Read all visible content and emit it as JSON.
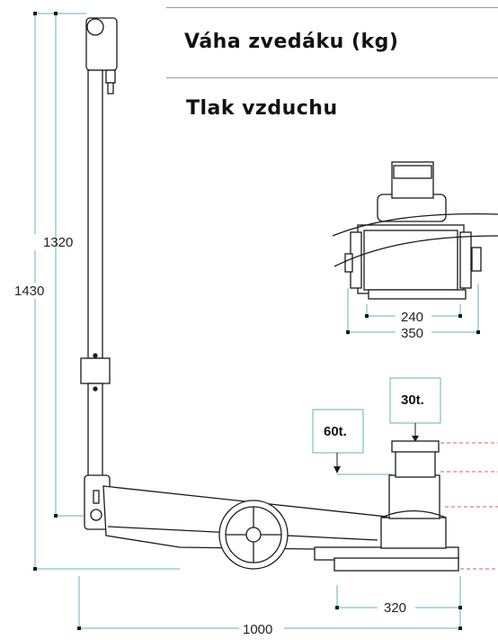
{
  "headings": {
    "weight": "Váha zvedáku (kg)",
    "air_pressure": "Tlak vzduchu"
  },
  "dimensions": {
    "total_height": "1430",
    "handle_height": "1320",
    "width_inner": "240",
    "width_outer": "350",
    "base_length": "320",
    "total_length": "1000"
  },
  "capacities": {
    "stage_top": "30t.",
    "stage_low": "60t."
  },
  "colors": {
    "line": "#5fb3c4",
    "ink": "#1a1a1a",
    "dashed": "#e05a5a"
  }
}
